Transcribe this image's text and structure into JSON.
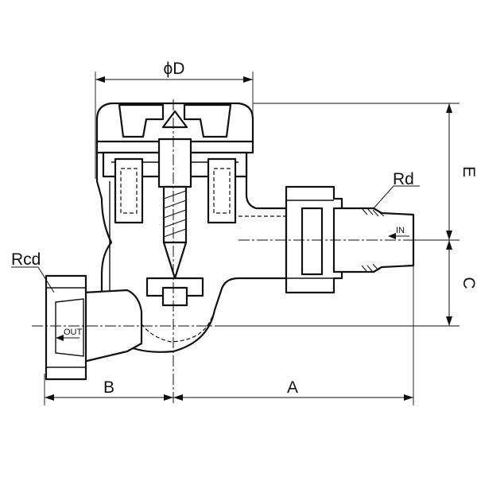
{
  "labels": {
    "diameter": "ϕD",
    "inlet_thread": "Rd",
    "outlet_thread": "Rcd",
    "dim_a": "A",
    "dim_b": "B",
    "dim_c": "C",
    "dim_e": "E",
    "flow_in": "IN",
    "flow_out": "OUT"
  },
  "colors": {
    "line": "#111111",
    "background": "#ffffff"
  }
}
